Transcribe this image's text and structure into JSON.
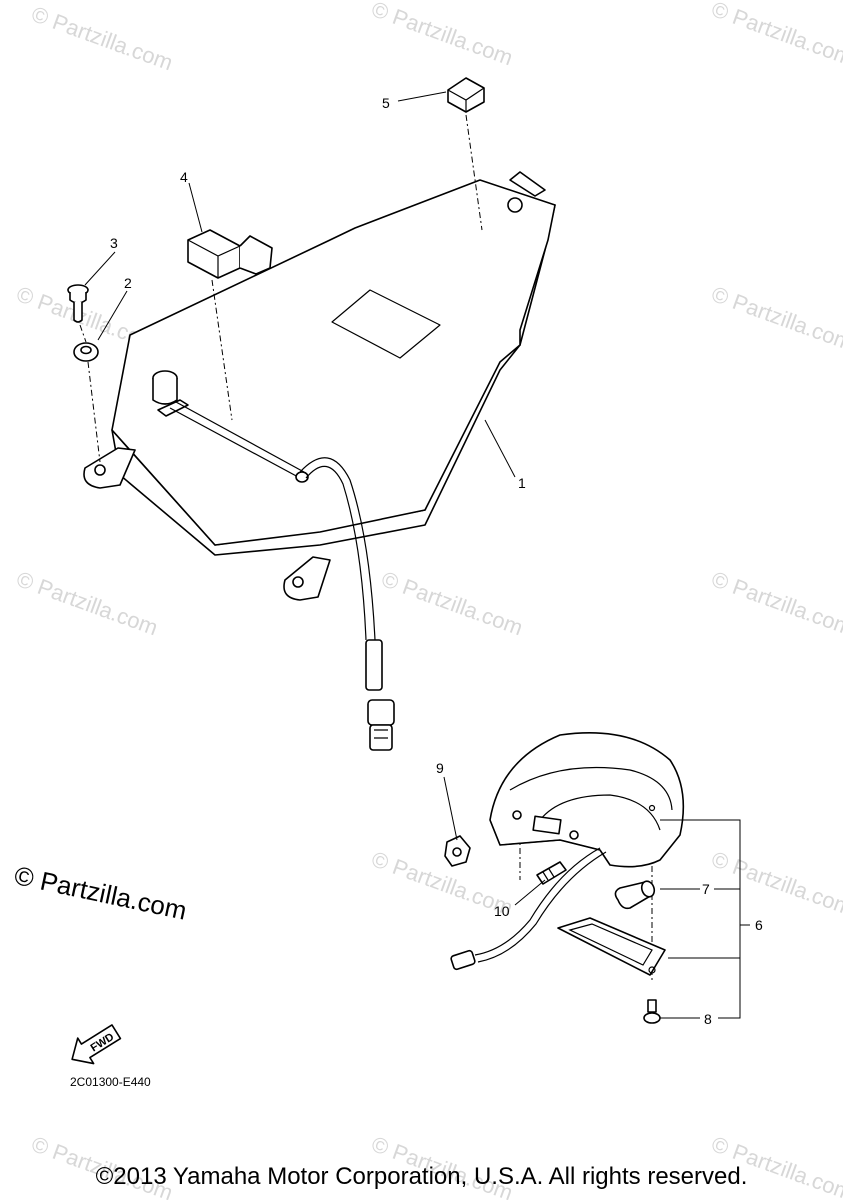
{
  "watermark": "© Partzilla.com",
  "callouts": {
    "p1": "1",
    "p2": "2",
    "p3": "3",
    "p4": "4",
    "p5": "5",
    "p6": "6",
    "p7": "7",
    "p8": "8",
    "p9": "9",
    "p10": "10"
  },
  "fwd_label": "FWD",
  "diagram_code": "2C01300-E440",
  "copyright": "©2013 Yamaha Motor Corporation, U.S.A. All rights reserved.",
  "colors": {
    "watermark": "#d7d7d7",
    "line": "#000000",
    "background": "#ffffff"
  }
}
